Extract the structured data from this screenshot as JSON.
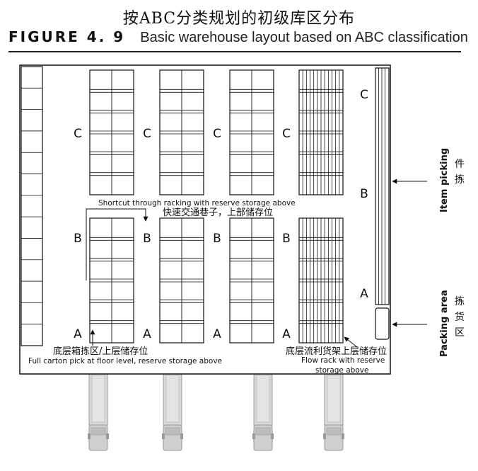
{
  "title_cn": "按ABC分类规划的初级库区分布",
  "figure": {
    "label": "FIGURE 4. 9",
    "caption": "Basic warehouse layout based on ABC classification"
  },
  "zone_letters": {
    "a": "A",
    "b": "B",
    "c": "C"
  },
  "annotations": {
    "shortcut_en": "Shortcut through racking with reserve storage above",
    "shortcut_cn": "快速交通巷子，上部储存位",
    "full_carton_cn": "底层箱拣区/上层储存位",
    "full_carton_en": "Full carton pick at floor level, reserve storage above",
    "flow_rack_cn": "底层流利货架上层储存位",
    "flow_rack_en_line1": "Flow rack with reserve",
    "flow_rack_en_line2": "storage above",
    "item_picking_en": "Item picking",
    "item_picking_cn_1": "件",
    "item_picking_cn_2": "拣",
    "packing_area_en": "Packing area",
    "packing_area_cn_1": "拣",
    "packing_area_cn_2": "货",
    "packing_area_cn_3": "区"
  }
}
